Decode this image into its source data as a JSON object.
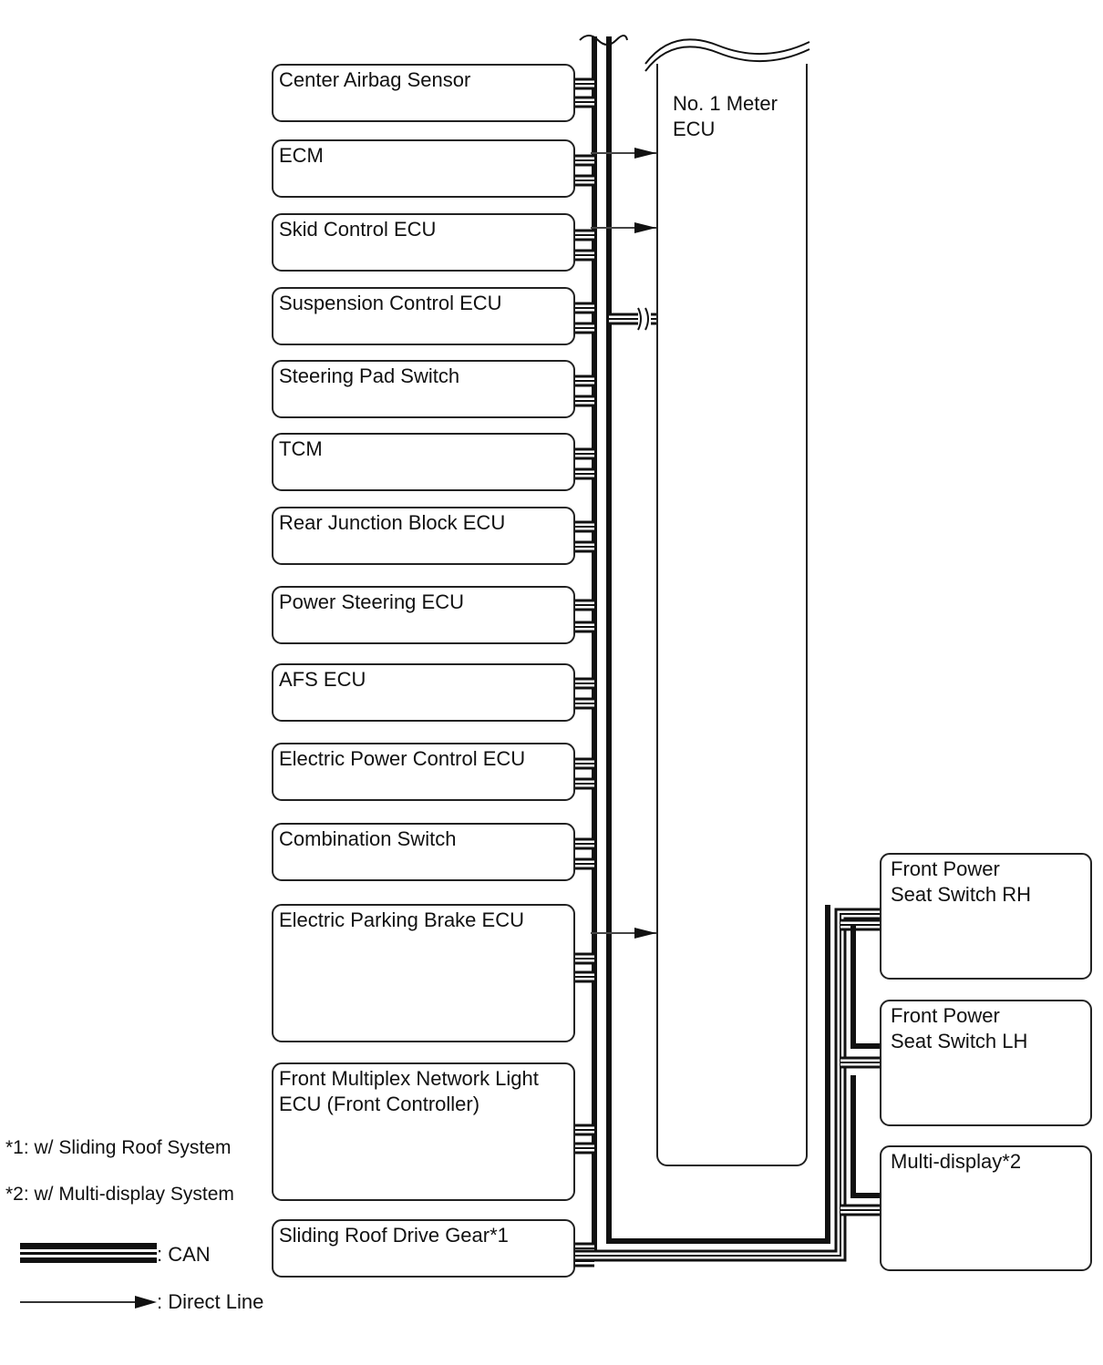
{
  "left_ecus": [
    {
      "label": "Center Airbag Sensor"
    },
    {
      "label": "ECM"
    },
    {
      "label": "Skid Control ECU"
    },
    {
      "label": "Suspension Control ECU"
    },
    {
      "label": "Steering Pad Switch"
    },
    {
      "label": "TCM"
    },
    {
      "label": "Rear Junction Block ECU"
    },
    {
      "label": "Power Steering ECU"
    },
    {
      "label": "AFS ECU"
    },
    {
      "label": "Electric Power Control ECU"
    },
    {
      "label": "Combination Switch"
    },
    {
      "label": "Electric Parking Brake ECU"
    },
    {
      "label": "Front Multiplex Network Light\nECU (Front Controller)"
    },
    {
      "label": "Sliding Roof Drive Gear*1"
    }
  ],
  "meter_ecu": {
    "label": "No. 1 Meter\nECU"
  },
  "right_ecus": [
    {
      "label": "Front Power\nSeat Switch RH"
    },
    {
      "label": "Front Power\nSeat Switch LH"
    },
    {
      "label": "Multi-display*2"
    }
  ],
  "footnotes": {
    "note1": "*1: w/ Sliding Roof System",
    "note2": "*2: w/ Multi-display System"
  },
  "legend": {
    "can_label": ": CAN",
    "direct_label": ": Direct Line"
  }
}
